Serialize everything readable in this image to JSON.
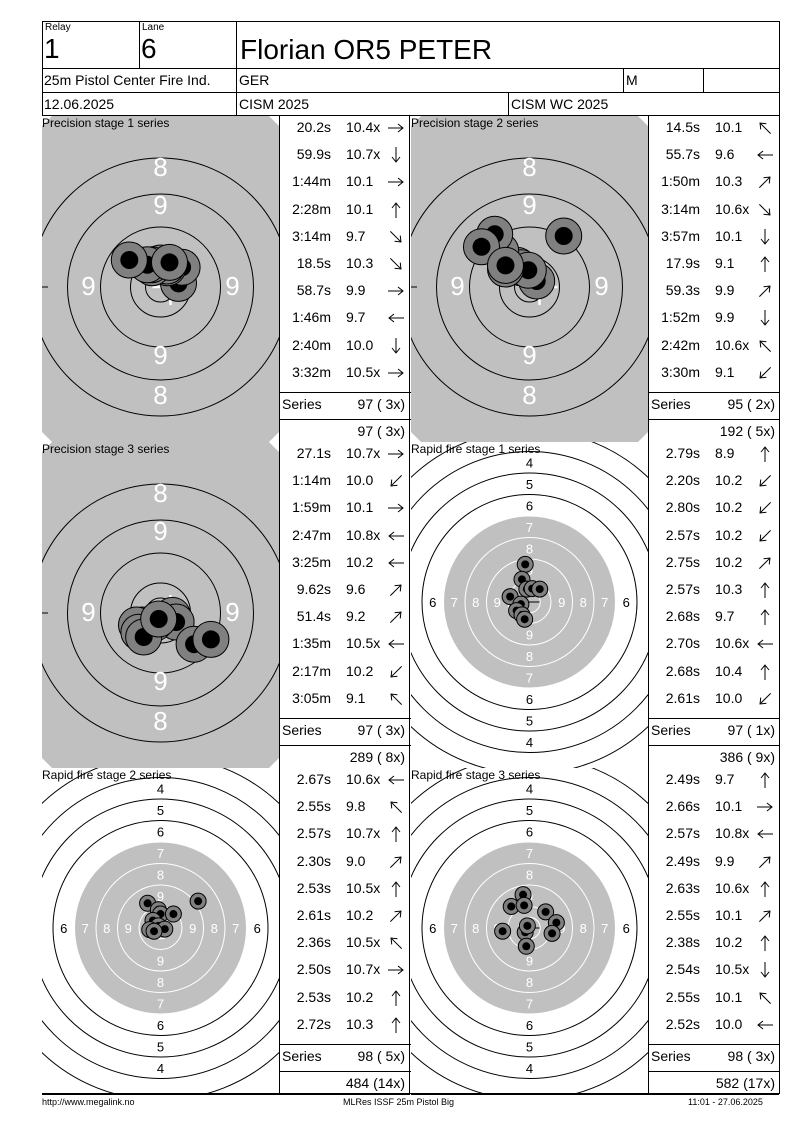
{
  "header": {
    "relay_label": "Relay",
    "relay": "1",
    "lane_label": "Lane",
    "lane": "6",
    "shooter": "Florian OR5 PETER",
    "event": "25m Pistol Center Fire Ind.",
    "nation": "GER",
    "gender": "M",
    "date": "12.06.2025",
    "competition": "CISM 2025",
    "championship": "CISM WC 2025"
  },
  "labels": {
    "series": "Series"
  },
  "series": [
    {
      "title": "Precision stage 1 series",
      "kind": "precision",
      "shots": [
        {
          "time": "20.2s",
          "score": "10.4x",
          "arrow": "E"
        },
        {
          "time": "59.9s",
          "score": "10.7x",
          "arrow": "S"
        },
        {
          "time": "1:44m",
          "score": "10.1",
          "arrow": "E"
        },
        {
          "time": "2:28m",
          "score": "10.1",
          "arrow": "N"
        },
        {
          "time": "3:14m",
          "score": "9.7",
          "arrow": "SE"
        },
        {
          "time": "18.5s",
          "score": "10.3",
          "arrow": "SE"
        },
        {
          "time": "58.7s",
          "score": "9.9",
          "arrow": "E"
        },
        {
          "time": "1:46m",
          "score": "9.7",
          "arrow": "W"
        },
        {
          "time": "2:40m",
          "score": "10.0",
          "arrow": "S"
        },
        {
          "time": "3:32m",
          "score": "10.5x",
          "arrow": "E"
        }
      ],
      "series_total": "97 ( 3x)",
      "running_total": "97 ( 3x)",
      "hits": [
        [
          0.3,
          0.06
        ],
        [
          0.36,
          0.33
        ],
        [
          0.12,
          0.32
        ],
        [
          0.11,
          0.35
        ],
        [
          0.0,
          0.4
        ],
        [
          -0.14,
          0.32
        ],
        [
          -0.15,
          0.37
        ],
        [
          -0.22,
          0.37
        ],
        [
          -0.52,
          0.45
        ],
        [
          0.15,
          0.41
        ]
      ]
    },
    {
      "title": "Precision stage 2 series",
      "kind": "precision",
      "shots": [
        {
          "time": "14.5s",
          "score": "10.1",
          "arrow": "NW"
        },
        {
          "time": "55.7s",
          "score": "9.6",
          "arrow": "W"
        },
        {
          "time": "1:50m",
          "score": "10.3",
          "arrow": "NE"
        },
        {
          "time": "3:14m",
          "score": "10.6x",
          "arrow": "SE"
        },
        {
          "time": "3:57m",
          "score": "10.1",
          "arrow": "S"
        },
        {
          "time": "17.9s",
          "score": "9.1",
          "arrow": "N"
        },
        {
          "time": "59.3s",
          "score": "9.9",
          "arrow": "NE"
        },
        {
          "time": "1:52m",
          "score": "9.9",
          "arrow": "S"
        },
        {
          "time": "2:42m",
          "score": "10.6x",
          "arrow": "NW"
        },
        {
          "time": "3:30m",
          "score": "9.1",
          "arrow": "SW"
        }
      ],
      "series_total": "95 ( 2x)",
      "running_total": "192 ( 5x)",
      "hits": [
        [
          0.12,
          0.1
        ],
        [
          0.57,
          0.85
        ],
        [
          -0.2,
          0.36
        ],
        [
          -0.14,
          0.32
        ],
        [
          -0.02,
          0.28
        ],
        [
          -0.4,
          0.3
        ],
        [
          -0.48,
          0.6
        ],
        [
          -0.58,
          0.88
        ],
        [
          -0.8,
          0.67
        ],
        [
          -0.4,
          0.36
        ]
      ]
    },
    {
      "title": "Precision stage 3 series",
      "kind": "precision",
      "shots": [
        {
          "time": "27.1s",
          "score": "10.7x",
          "arrow": "E"
        },
        {
          "time": "1:14m",
          "score": "10.0",
          "arrow": "SW"
        },
        {
          "time": "1:59m",
          "score": "10.1",
          "arrow": "E"
        },
        {
          "time": "2:47m",
          "score": "10.8x",
          "arrow": "W"
        },
        {
          "time": "3:25m",
          "score": "10.2",
          "arrow": "W"
        },
        {
          "time": "9.62s",
          "score": "9.6",
          "arrow": "NE"
        },
        {
          "time": "51.4s",
          "score": "9.2",
          "arrow": "NE"
        },
        {
          "time": "1:35m",
          "score": "10.5x",
          "arrow": "W"
        },
        {
          "time": "2:17m",
          "score": "10.2",
          "arrow": "SW"
        },
        {
          "time": "3:05m",
          "score": "9.1",
          "arrow": "NW"
        }
      ],
      "series_total": "97 ( 3x)",
      "running_total": "289 ( 8x)",
      "hits": [
        [
          0.2,
          -0.04
        ],
        [
          0.26,
          -0.15
        ],
        [
          -0.1,
          -0.17
        ],
        [
          -0.3,
          -0.2
        ],
        [
          -0.4,
          -0.2
        ],
        [
          -0.36,
          -0.32
        ],
        [
          0.56,
          -0.52
        ],
        [
          0.84,
          -0.44
        ],
        [
          -0.28,
          -0.4
        ],
        [
          -0.03,
          -0.1
        ]
      ]
    },
    {
      "title": "Rapid fire stage 1 series",
      "kind": "rapid",
      "shots": [
        {
          "time": "2.79s",
          "score": "8.9",
          "arrow": "N"
        },
        {
          "time": "2.20s",
          "score": "10.2",
          "arrow": "SW"
        },
        {
          "time": "2.80s",
          "score": "10.2",
          "arrow": "SW"
        },
        {
          "time": "2.57s",
          "score": "10.2",
          "arrow": "SW"
        },
        {
          "time": "2.75s",
          "score": "10.2",
          "arrow": "NE"
        },
        {
          "time": "2.57s",
          "score": "10.3",
          "arrow": "N"
        },
        {
          "time": "2.68s",
          "score": "9.7",
          "arrow": "N"
        },
        {
          "time": "2.70s",
          "score": "10.6x",
          "arrow": "W"
        },
        {
          "time": "2.68s",
          "score": "10.4",
          "arrow": "N"
        },
        {
          "time": "2.61s",
          "score": "10.0",
          "arrow": "SW"
        }
      ],
      "series_total": "97 ( 1x)",
      "running_total": "386 ( 9x)",
      "hits": [
        [
          -0.08,
          -0.7
        ],
        [
          -0.14,
          -0.42
        ],
        [
          -0.05,
          -0.24
        ],
        [
          0.05,
          -0.25
        ],
        [
          0.19,
          -0.24
        ],
        [
          -0.36,
          -0.1
        ],
        [
          -0.16,
          0.04
        ],
        [
          -0.24,
          0.16
        ],
        [
          -0.14,
          0.24
        ],
        [
          -0.09,
          0.32
        ]
      ]
    },
    {
      "title": "Rapid fire stage 2 series",
      "kind": "rapid",
      "shots": [
        {
          "time": "2.67s",
          "score": "10.6x",
          "arrow": "W"
        },
        {
          "time": "2.55s",
          "score": "9.8",
          "arrow": "NW"
        },
        {
          "time": "2.57s",
          "score": "10.7x",
          "arrow": "N"
        },
        {
          "time": "2.30s",
          "score": "9.0",
          "arrow": "NE"
        },
        {
          "time": "2.53s",
          "score": "10.5x",
          "arrow": "N"
        },
        {
          "time": "2.61s",
          "score": "10.2",
          "arrow": "NE"
        },
        {
          "time": "2.36s",
          "score": "10.5x",
          "arrow": "NW"
        },
        {
          "time": "2.50s",
          "score": "10.7x",
          "arrow": "E"
        },
        {
          "time": "2.53s",
          "score": "10.2",
          "arrow": "N"
        },
        {
          "time": "2.72s",
          "score": "10.3",
          "arrow": "N"
        }
      ],
      "series_total": "98 ( 5x)",
      "running_total": "484 (14x)",
      "hits": [
        [
          0.7,
          -0.5
        ],
        [
          -0.24,
          -0.46
        ],
        [
          -0.04,
          -0.34
        ],
        [
          0.0,
          -0.26
        ],
        [
          0.24,
          -0.26
        ],
        [
          -0.14,
          -0.14
        ],
        [
          -0.04,
          -0.04
        ],
        [
          -0.2,
          0.03
        ],
        [
          0.08,
          0.02
        ],
        [
          -0.12,
          0.06
        ]
      ]
    },
    {
      "title": "Rapid fire stage 3 series",
      "kind": "rapid",
      "shots": [
        {
          "time": "2.49s",
          "score": "9.7",
          "arrow": "N"
        },
        {
          "time": "2.66s",
          "score": "10.1",
          "arrow": "E"
        },
        {
          "time": "2.57s",
          "score": "10.8x",
          "arrow": "W"
        },
        {
          "time": "2.49s",
          "score": "9.9",
          "arrow": "NE"
        },
        {
          "time": "2.63s",
          "score": "10.6x",
          "arrow": "N"
        },
        {
          "time": "2.55s",
          "score": "10.1",
          "arrow": "NE"
        },
        {
          "time": "2.38s",
          "score": "10.2",
          "arrow": "N"
        },
        {
          "time": "2.54s",
          "score": "10.5x",
          "arrow": "S"
        },
        {
          "time": "2.55s",
          "score": "10.1",
          "arrow": "NW"
        },
        {
          "time": "2.52s",
          "score": "10.0",
          "arrow": "W"
        }
      ],
      "series_total": "98 ( 3x)",
      "running_total": "582 (17x)",
      "hits": [
        [
          -0.12,
          -0.62
        ],
        [
          -0.34,
          -0.4
        ],
        [
          -0.1,
          -0.42
        ],
        [
          0.3,
          -0.3
        ],
        [
          0.5,
          -0.1
        ],
        [
          -0.5,
          0.06
        ],
        [
          -0.08,
          0.08
        ],
        [
          0.42,
          0.1
        ],
        [
          -0.06,
          0.34
        ],
        [
          -0.04,
          -0.04
        ]
      ]
    }
  ],
  "footer": {
    "url": "http://www.megalink.no",
    "software": "MLRes ISSF 25m Pistol Big",
    "timestamp": "11:01 - 27.06.2025"
  },
  "colors": {
    "target_gray": "#c0c0c0",
    "hit_outer": "#808080",
    "hit_inner": "#000000"
  }
}
